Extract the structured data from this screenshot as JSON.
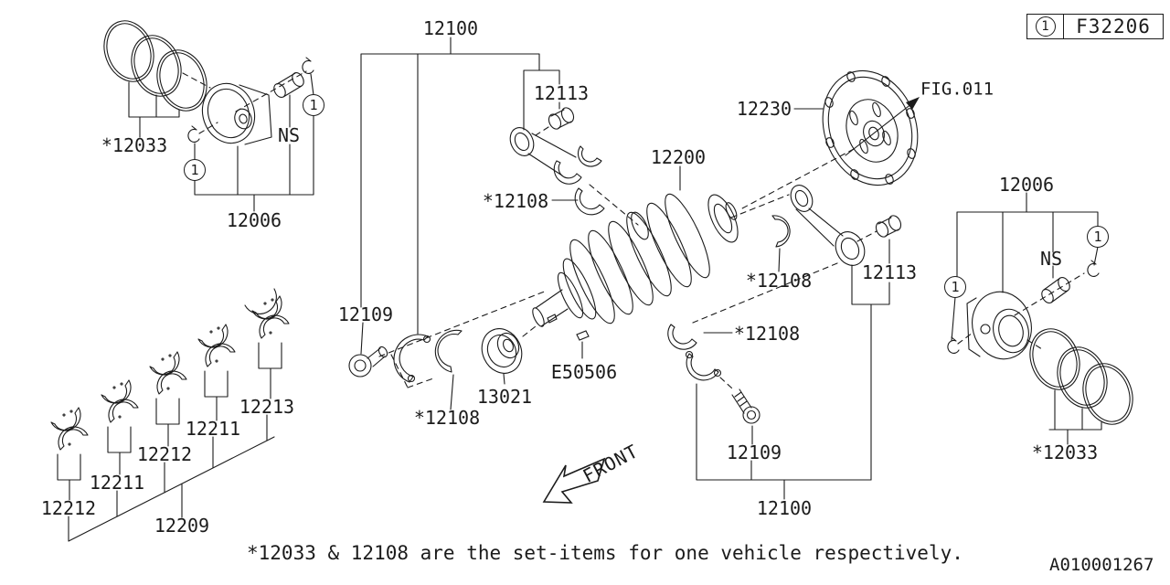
{
  "title": "Piston and crankshaft parts diagram",
  "ref_box": {
    "callout": "1",
    "code": "F32206"
  },
  "callout": "1",
  "front": "FRONT",
  "footnote": "*12033 & 12108 are the set-items for one vehicle respectively.",
  "doc_code": "A010001267",
  "fig_ref": "FIG.011",
  "labels": {
    "t12100_top": "12100",
    "t12113_top": "12113",
    "t12033_left": "*12033",
    "ns_left": "NS",
    "t12006_left": "12006",
    "t12230": "12230",
    "t12200": "12200",
    "t12108_a": "*12108",
    "t12108_b": "*12108",
    "t12108_c": "*12108",
    "t12108_d": "*12108",
    "t12109_left": "12109",
    "t13021": "13021",
    "e50506": "E50506",
    "t12113_right": "12113",
    "t12006_right": "12006",
    "ns_right": "NS",
    "t12033_right": "*12033",
    "t12109_right": "12109",
    "t12100_bottom": "12100",
    "t12212_1": "12212",
    "t12211_1": "12211",
    "t12212_2": "12212",
    "t12211_2": "12211",
    "t12213": "12213",
    "t12209": "12209"
  },
  "colors": {
    "line": "#1b1b1b",
    "background": "#ffffff"
  }
}
